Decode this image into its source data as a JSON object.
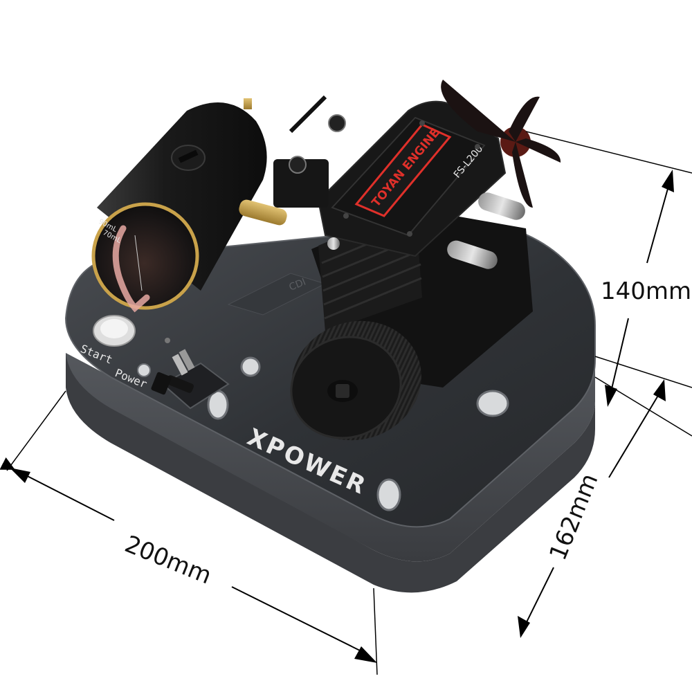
{
  "dimensions": {
    "width_label": "200mm",
    "depth_label": "162mm",
    "height_label": "140mm"
  },
  "base": {
    "brand_mark": "XPOWER",
    "start_label": "Start",
    "power_label": "Power"
  },
  "engine": {
    "brand": "TOYAN ENGINE",
    "model": "FS-L200",
    "ignition_label": "CDI"
  },
  "fuel_tank": {
    "scale_top": "90mL",
    "scale_mid": "70mL"
  },
  "colors": {
    "background": "#ffffff",
    "base_dark": "#2e3033",
    "base_edge": "#5a5d62",
    "engine_black": "#141414",
    "accent_red": "#e0302a",
    "brass": "#c9a24a",
    "arrow": "#000000"
  }
}
